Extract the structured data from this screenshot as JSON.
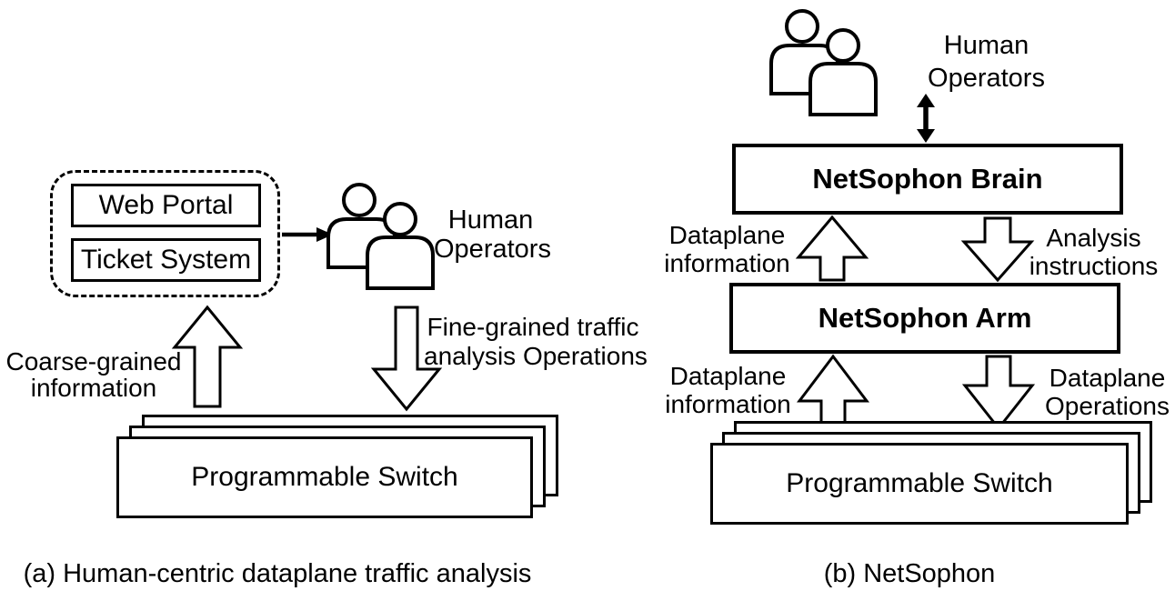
{
  "colors": {
    "ink": "#000000",
    "background": "#ffffff"
  },
  "panel_a": {
    "caption": "(a) Human-centric dataplane traffic analysis",
    "web_portal": "Web Portal",
    "ticket_system": "Ticket System",
    "human_operators": [
      "Human",
      "Operators"
    ],
    "coarse_info": [
      "Coarse-grained",
      "information"
    ],
    "fine_ops": [
      "Fine-grained traffic",
      "analysis Operations"
    ],
    "switch": "Programmable Switch"
  },
  "panel_b": {
    "caption": "(b) NetSophon",
    "human_operators": [
      "Human",
      "Operators"
    ],
    "brain": "NetSophon Brain",
    "arm": "NetSophon Arm",
    "brain_up": [
      "Dataplane",
      "information"
    ],
    "brain_down": [
      "Analysis",
      "instructions"
    ],
    "arm_up": [
      "Dataplane",
      "information"
    ],
    "arm_down": [
      "Dataplane",
      "Operations"
    ],
    "switch": "Programmable Switch"
  },
  "icons": {
    "human_operators_icon": "two-person silhouette",
    "up_arrow_icon": "hollow block arrow up",
    "down_arrow_icon": "hollow block arrow down",
    "right_arrow_icon": "solid arrow right",
    "double_arrow_icon": "solid double-headed vertical arrow"
  }
}
